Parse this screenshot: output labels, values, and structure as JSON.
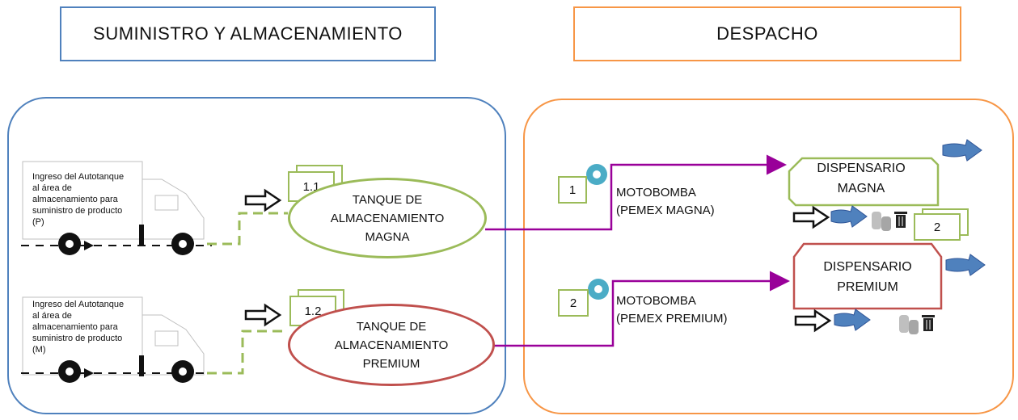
{
  "headers": {
    "left": "SUMINISTRO Y ALMACENAMIENTO",
    "right": "DESPACHO"
  },
  "trucks": [
    {
      "label": "Ingreso del Autotanque al área de almacenamiento para suministro de producto (P)"
    },
    {
      "label": "Ingreso del Autotanque al área de almacenamiento para suministro de producto (M)"
    }
  ],
  "tanks": [
    {
      "number": "1.1",
      "label": "TANQUE DE ALMACENAMIENTO MAGNA",
      "color": "#9bbb59"
    },
    {
      "number": "1.2",
      "label": "TANQUE DE ALMACENAMIENTO PREMIUM",
      "color": "#c0504d"
    }
  ],
  "pumps": [
    {
      "number": "1",
      "label_line1": "MOTOBOMBA",
      "label_line2": "(PEMEX MAGNA)"
    },
    {
      "number": "2",
      "label_line1": "MOTOBOMBA",
      "label_line2": "(PEMEX PREMIUM)"
    }
  ],
  "dispensers": [
    {
      "line1": "DISPENSARIO",
      "line2": "MAGNA",
      "number": "2",
      "color": "#9bbb59"
    },
    {
      "line1": "DISPENSARIO",
      "line2": "PREMIUM",
      "color": "#c0504d"
    }
  ],
  "colors": {
    "supply_panel": "#4f81bd",
    "dispatch_panel": "#f79646",
    "pipe": "#990099",
    "feed_line": "#9bbb59",
    "pump_valve": "#4bacc6",
    "flow_arrow": "#4f81bd"
  },
  "icons": [
    "truck-icon",
    "outline-arrow-icon",
    "blue-arrow-icon",
    "barrels-icon",
    "trash-can-icon",
    "valve-icon"
  ]
}
